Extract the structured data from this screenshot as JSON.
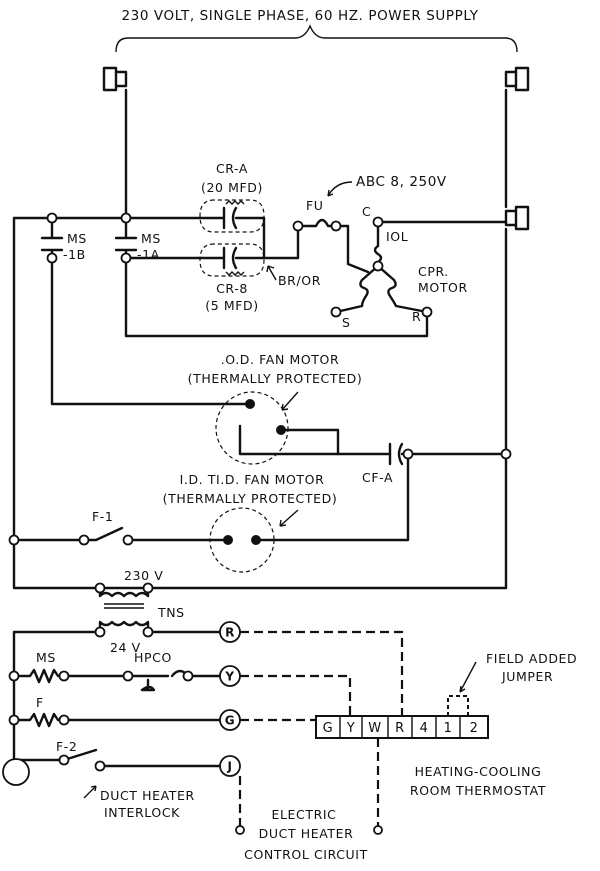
{
  "supply": {
    "label": "230 VOLT, SINGLE PHASE, 60 HZ. POWER SUPPLY"
  },
  "run_capacitors": {
    "top_name": "CR-A",
    "top_rating": "(20 MFD)",
    "bottom_name": "CR-8",
    "bottom_rating": "(5 MFD)",
    "wire_label": "BR/OR"
  },
  "contactors": {
    "ms_1b_top": "MS",
    "ms_1b_bottom": "-1B",
    "ms_1a_top": "MS",
    "ms_1a_bottom": "-1A"
  },
  "fuse": {
    "label": "FU",
    "rating": "ABC 8, 250V"
  },
  "compressor": {
    "term_c": "C",
    "overload": "IOL",
    "term_s": "S",
    "term_r": "R",
    "label_1": "CPR.",
    "label_2": "MOTOR"
  },
  "od_fan": {
    "label_1": ".O.D. FAN MOTOR",
    "label_2": "(THERMALLY PROTECTED)",
    "capacitor": "CF-A"
  },
  "id_fan": {
    "label_1": "I.D. TI.D. FAN MOTOR",
    "label_2": "(THERMALLY PROTECTED)",
    "switch": "F-1"
  },
  "transformer": {
    "primary": "230 V",
    "name": "TNS",
    "secondary": "24 V"
  },
  "control": {
    "ms_coil": "MS",
    "hpco": "HPCO",
    "fan_relay": "F",
    "f2_switch": "F-2",
    "interlock_1": "DUCT HEATER",
    "interlock_2": "INTERLOCK"
  },
  "terminals": {
    "r": "R",
    "y": "Y",
    "g": "G",
    "j": "J"
  },
  "thermostat": {
    "cells": [
      "G",
      "Y",
      "W",
      "R",
      "4",
      "1",
      "2"
    ],
    "jumper_1": "FIELD ADDED",
    "jumper_2": "JUMPER",
    "label_1": "HEATING-COOLING",
    "label_2": "ROOM THERMOSTAT"
  },
  "heater_circuit": {
    "label_1": "ELECTRIC",
    "label_2": "DUCT HEATER",
    "label_3": "CONTROL CIRCUIT"
  }
}
